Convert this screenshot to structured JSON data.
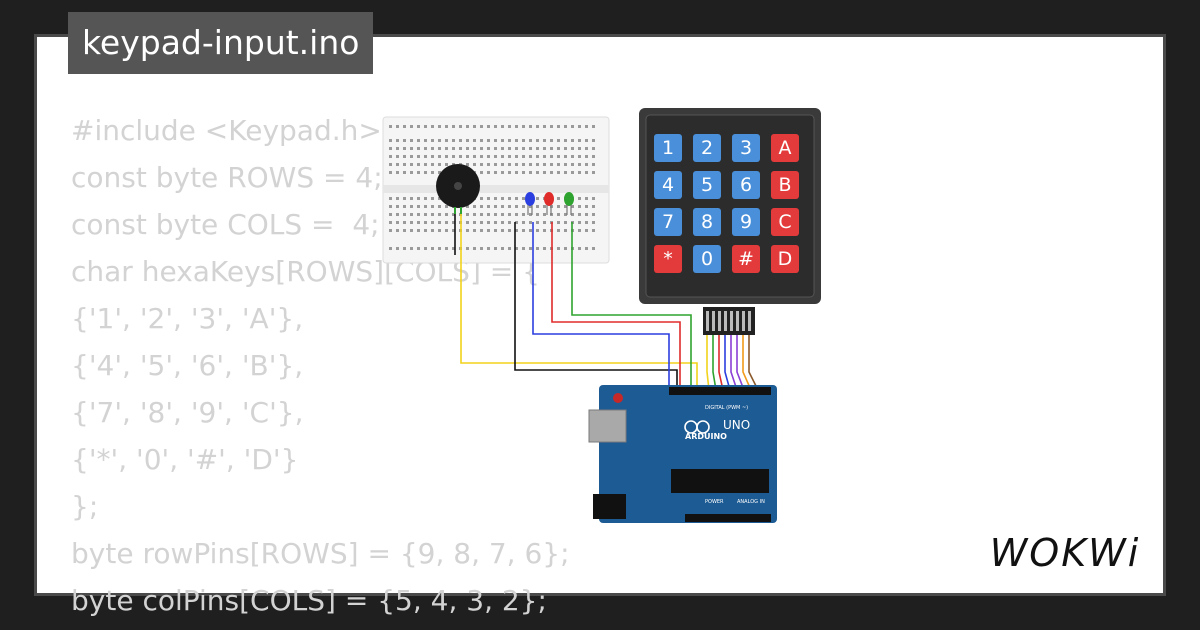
{
  "title": "keypad-input.ino",
  "code_lines": [
    "#include <Keypad.h>",
    "const byte ROWS = 4;",
    "const byte COLS =  4;",
    "char hexaKeys[ROWS][COLS] = {",
    "{'1', '2', '3', 'A'},",
    "{'4', '5', '6', 'B'},",
    "{'7', '8', '9', 'C'},",
    "{'*', '0', '#', 'D'}",
    "};",
    "byte rowPins[ROWS] = {9, 8, 7, 6};",
    "byte colPins[COLS] = {5, 4, 3, 2};"
  ],
  "keypad": {
    "rows": [
      [
        "1",
        "2",
        "3",
        "A"
      ],
      [
        "4",
        "5",
        "6",
        "B"
      ],
      [
        "7",
        "8",
        "9",
        "C"
      ],
      [
        "*",
        "0",
        "#",
        "D"
      ]
    ]
  },
  "arduino": {
    "model": "UNO",
    "brand": "ARDUINO",
    "digital_label": "DIGITAL (PWM ~)",
    "power_label": "POWER",
    "analog_label": "ANALOG IN"
  },
  "leds": [
    {
      "color": "#2b3fe0"
    },
    {
      "color": "#e02b2b"
    },
    {
      "color": "#2fa32f"
    }
  ],
  "wire_colors": {
    "buzzer_signal": "#f2d21b",
    "ground": "#111111",
    "blue_led": "#2b3fe0",
    "red_led": "#e02b2b",
    "green_led": "#2fa32f",
    "keypad": [
      "#f2d21b",
      "#2fa32f",
      "#e02b2b",
      "#2b3fe0",
      "#8b3fd6",
      "#8b3fd6",
      "#f29a1b",
      "#8b5a2b"
    ]
  },
  "brand_logo": "WOKWI"
}
